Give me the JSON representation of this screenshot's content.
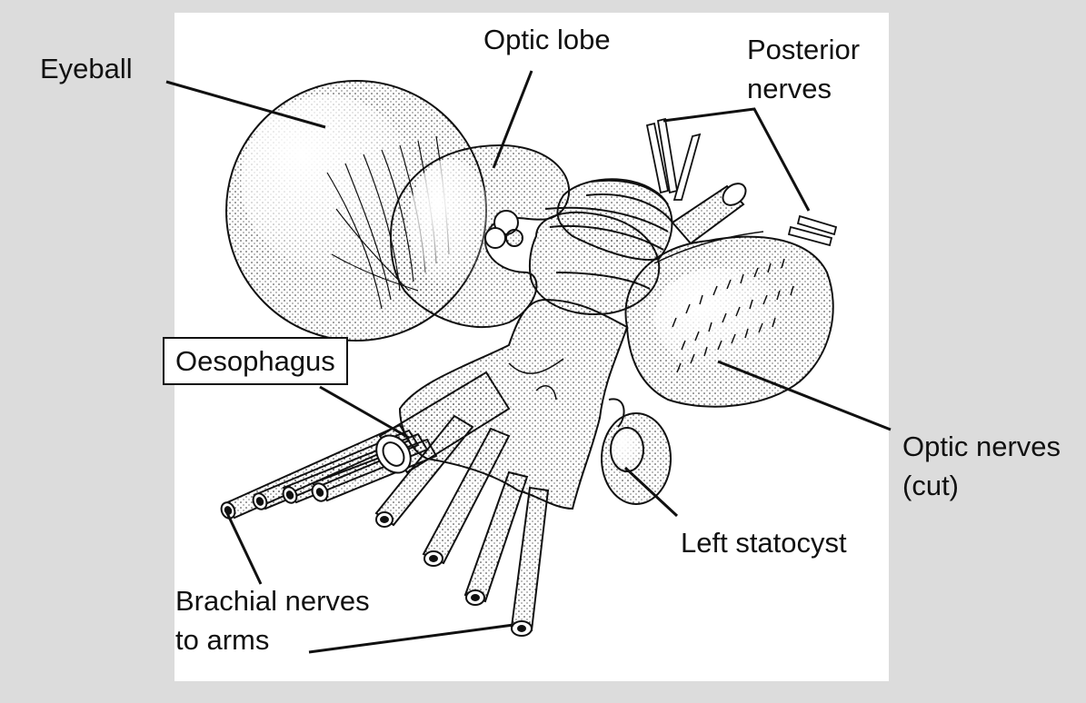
{
  "labels": {
    "eyeball": "Eyeball",
    "optic_lobe": "Optic lobe",
    "posterior_nerves": [
      "Posterior",
      "nerves"
    ],
    "oesophagus": "Oesophagus",
    "optic_nerves": [
      "Optic nerves",
      "(cut)"
    ],
    "left_statocyst": "Left statocyst",
    "brachial_nerves": [
      "Brachial nerves",
      "to arms"
    ]
  },
  "highlighted_label": "oesophagus",
  "colors": {
    "page_background": "#dcdcdc",
    "panel_background": "#ffffff",
    "ink": "#111111"
  }
}
